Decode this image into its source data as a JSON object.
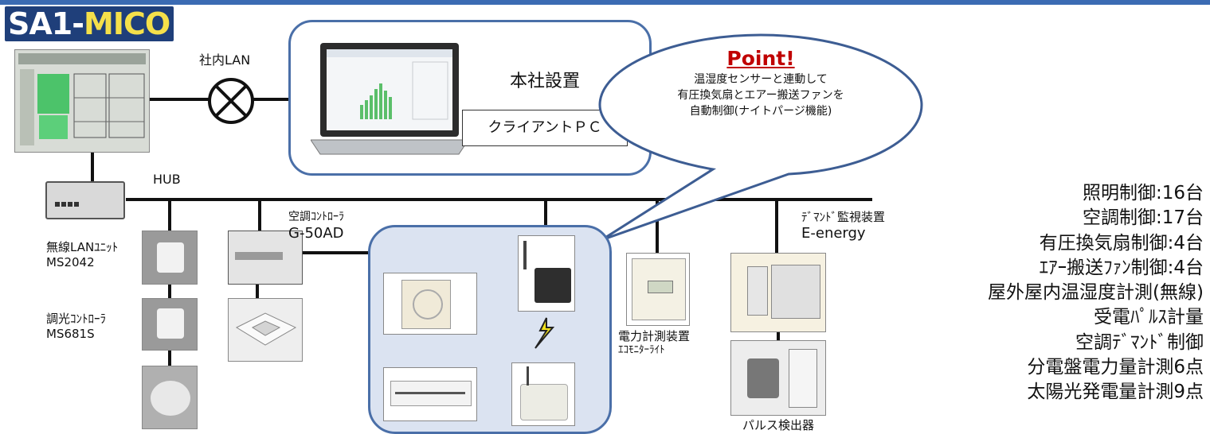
{
  "logo": {
    "part1": "SA1-",
    "part2": "MICO"
  },
  "labels": {
    "lan": "社内LAN",
    "hub": "HUB",
    "hq": "本社設置",
    "client_pc": "クライアントＰＣ",
    "aircon_ctrl_name": "空調ｺﾝﾄﾛｰﾗ",
    "aircon_ctrl_model": "G-50AD",
    "wireless_name": "無線LANﾕﾆｯﾄ",
    "wireless_model": "MS2042",
    "dimmer_name": "調光ｺﾝﾄﾛｰﾗ",
    "dimmer_model": "MS681S",
    "demand_name": "ﾃﾞﾏﾝﾄﾞ監視装置",
    "demand_model": "E-energy",
    "power_name": "電力計測装置",
    "power_model": "ｴｺﾓﾆﾀｰﾗｲﾄ",
    "pulse": "パルス検出器"
  },
  "callout": {
    "title": "Point!",
    "line1": "温湿度センサーと連動して",
    "line2": "有圧換気扇とエアー搬送ファンを",
    "line3": "自動制御(ナイトパージ機能)"
  },
  "features": [
    "照明制御:16台",
    "空調制御:17台",
    "有圧換気扇制御:4台",
    "ｴｱｰ搬送ﾌｧﾝ制御:4台",
    "屋外屋内温湿度計測(無線)",
    "受電ﾊﾟﾙｽ計量",
    "空調ﾃﾞﾏﾝﾄﾞ制御",
    "分電盤電力量計測6点",
    "太陽光発電量計測9点"
  ],
  "colors": {
    "accent": "#3b6bb3",
    "box_border": "#4a6fa8",
    "box_fill": "#dbe3f1",
    "point_red": "#c00000"
  }
}
